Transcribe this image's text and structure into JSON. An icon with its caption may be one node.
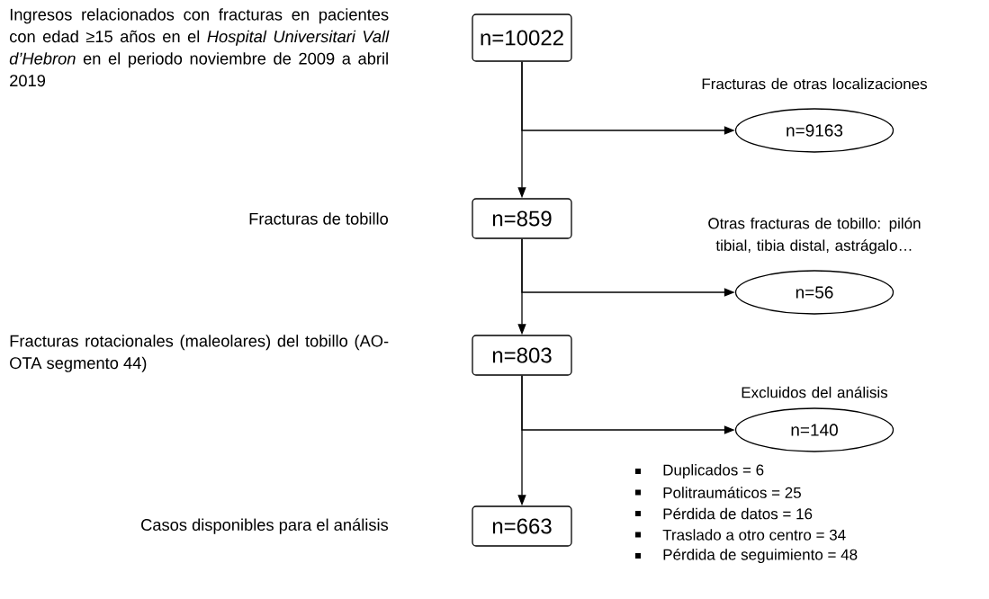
{
  "diagram": {
    "nodes": [
      {
        "text": [
          "n=10022"
        ]
      },
      {
        "text": [
          "n=9163"
        ],
        "beside": [
          "Fracturas de otras localizaciones"
        ]
      },
      {
        "text": [
          "n=859"
        ]
      },
      {
        "text": [
          "n=56"
        ],
        "beside": [
          "Otras fracturas de tobillo: pilón tibial, tibia distal, astrágalo…"
        ]
      },
      {
        "text": [
          "n=803"
        ]
      },
      {
        "text": [
          "n=140"
        ],
        "beside": [
          "Excluidos del análisis"
        ]
      },
      {
        "text": [
          "n=663"
        ]
      }
    ],
    "edges": [
      {
        "from": 0,
        "to": 2,
        "arrow": "to"
      },
      {
        "from": 0,
        "to": 1,
        "arrow": "to"
      },
      {
        "from": 2,
        "to": 4,
        "arrow": "to"
      },
      {
        "from": 2,
        "to": 3,
        "arrow": "to"
      },
      {
        "from": 4,
        "to": 6,
        "arrow": "to"
      },
      {
        "from": 4,
        "to": 5,
        "arrow": "to"
      }
    ],
    "labels": [
      "Ingresos relacionados con fracturas en pacientes con edad ≥15 años en el *Hospital Universitari Vall d’Hebron* en el periodo noviembre de 2009 a abril 2019",
      "Fracturas de tobillo",
      "Fracturas rotacionales (maleolares) del tobillo (AO-OTA segmento 44)",
      "Casos disponibles para el análisis",
      "Duplicados = 6",
      "Politraumáticos = 25",
      "Pérdida de datos = 16",
      "Traslado a otro centro = 34",
      "Pérdida de seguimiento = 48"
    ]
  }
}
